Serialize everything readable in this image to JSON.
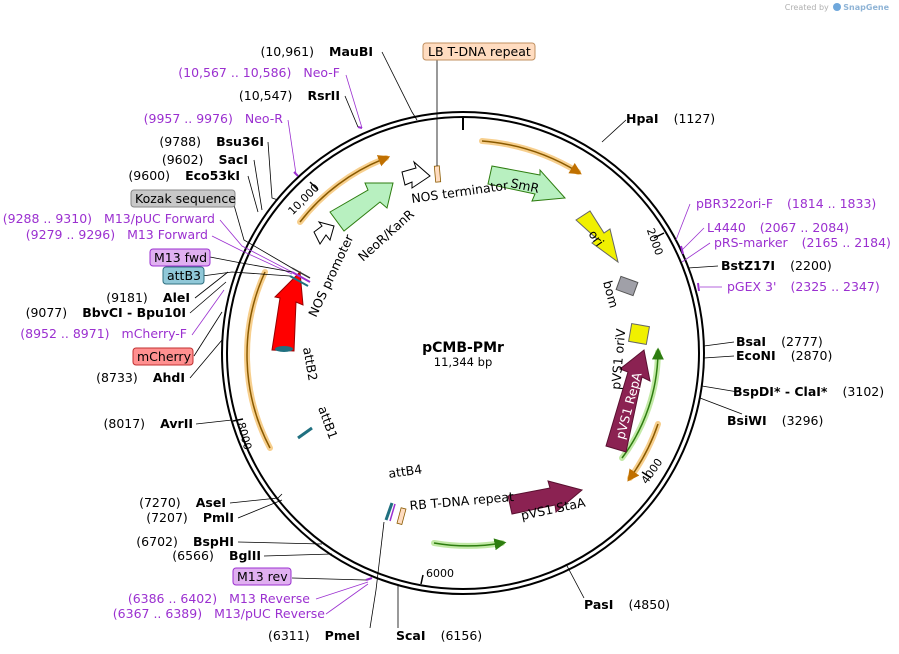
{
  "credit": {
    "prefix": "Created by",
    "brand": "SnapGene"
  },
  "plasmid": {
    "name": "pCMB-PMr",
    "size": "11,344 bp"
  },
  "colors": {
    "text": "#000000",
    "primer": "#9b30d0",
    "orange_feature": "#f0a830",
    "green_feature": "#6ac23a",
    "smr": "#b8f0c0",
    "neor": "#b8f0c0",
    "ori": "#f0f000",
    "nosp": "#ffffff",
    "mcherry": "#ff0000",
    "repa": "#8b2252",
    "bom": "#a0a0a8",
    "lb_box": "#ffdcc0",
    "kozak_box": "#c8c8c8",
    "m13_box": "#e0b0f0",
    "attb3_box": "#90c8d8",
    "mcherry_box": "#ff9090"
  },
  "ticks": [
    "10,000",
    "2000",
    "4000",
    "6000",
    "8000"
  ],
  "sites": [
    {
      "pos": "(10,961)",
      "name": "MauBI"
    },
    {
      "pos": "(10,547)",
      "name": "RsrII"
    },
    {
      "pos": "(9788)",
      "name": "Bsu36I"
    },
    {
      "pos": "(9602)",
      "name": "SacI"
    },
    {
      "pos": "(9600)",
      "name": "Eco53kI"
    },
    {
      "pos": "(9181)",
      "name": "AleI"
    },
    {
      "pos": "(9077)",
      "name": "BbvCI - Bpu10I"
    },
    {
      "pos": "(8733)",
      "name": "AhdI"
    },
    {
      "pos": "(8017)",
      "name": "AvrII"
    },
    {
      "pos": "(7270)",
      "name": "AseI"
    },
    {
      "pos": "(7207)",
      "name": "PmlI"
    },
    {
      "pos": "(6702)",
      "name": "BspHI"
    },
    {
      "pos": "(6566)",
      "name": "BglII"
    },
    {
      "pos": "(6311)",
      "name": "PmeI"
    },
    {
      "pos": "(6156)",
      "name": "ScaI"
    },
    {
      "pos": "(4850)",
      "name": "PasI"
    },
    {
      "pos": "(3296)",
      "name": "BsiWI"
    },
    {
      "pos": "(3102)",
      "name": "BspDI* - ClaI*"
    },
    {
      "pos": "(2870)",
      "name": "EcoNI"
    },
    {
      "pos": "(2777)",
      "name": "BsaI"
    },
    {
      "pos": "(2200)",
      "name": "BstZ17I"
    },
    {
      "pos": "(1127)",
      "name": "HpaI"
    }
  ],
  "primers": [
    {
      "range": "(10,567 .. 10,586)",
      "name": "Neo-F"
    },
    {
      "range": "(9957 .. 9976)",
      "name": "Neo-R"
    },
    {
      "range": "(9288 .. 9310)",
      "name": "M13/pUC Forward"
    },
    {
      "range": "(9279 .. 9296)",
      "name": "M13 Forward"
    },
    {
      "range": "(8952 .. 8971)",
      "name": "mCherry-F"
    },
    {
      "range": "(6386 .. 6402)",
      "name": "M13 Reverse"
    },
    {
      "range": "(6367 .. 6389)",
      "name": "M13/pUC Reverse"
    },
    {
      "range": "(1814 .. 1833)",
      "name": "pBR322ori-F"
    },
    {
      "range": "(2067 .. 2084)",
      "name": "L4440"
    },
    {
      "range": "(2165 .. 2184)",
      "name": "pRS-marker"
    },
    {
      "range": "(2325 .. 2347)",
      "name": "pGEX 3'"
    }
  ],
  "boxed_labels": [
    {
      "name": "LB T-DNA repeat"
    },
    {
      "name": "Kozak sequence"
    },
    {
      "name": "M13 fwd"
    },
    {
      "name": "attB3"
    },
    {
      "name": "mCherry"
    },
    {
      "name": "M13 rev"
    }
  ],
  "features": [
    {
      "name": "NOS terminator"
    },
    {
      "name": "SmR"
    },
    {
      "name": "ori"
    },
    {
      "name": "bom"
    },
    {
      "name": "pVS1 oriV"
    },
    {
      "name": "pVS1 RepA"
    },
    {
      "name": "pVS1 StaA"
    },
    {
      "name": "RB T-DNA repeat"
    },
    {
      "name": "attB4"
    },
    {
      "name": "attB1"
    },
    {
      "name": "attB2"
    },
    {
      "name": "NOS promoter"
    },
    {
      "name": "NeoR/KanR"
    }
  ]
}
